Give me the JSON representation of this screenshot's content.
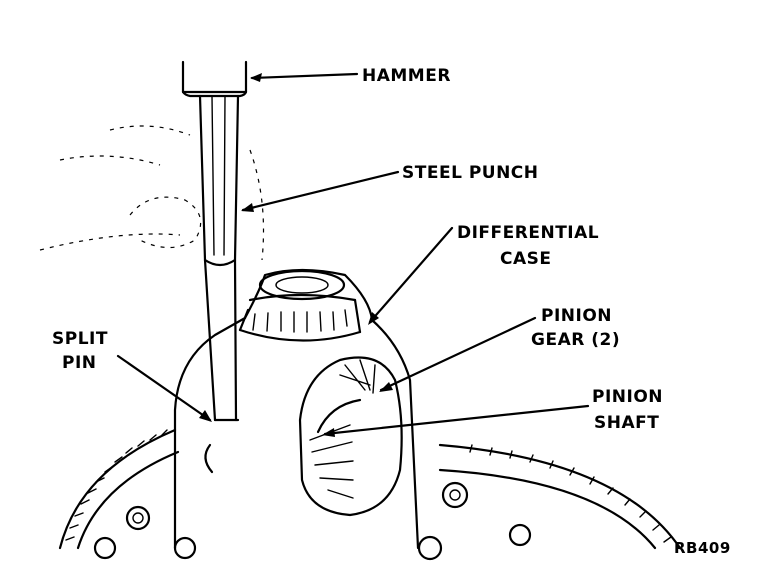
{
  "labels": {
    "hammer": "HAMMER",
    "steel_punch": "STEEL PUNCH",
    "differential_case_1": "DIFFERENTIAL",
    "differential_case_2": "CASE",
    "pinion_gear_1": "PINION",
    "pinion_gear_2": "GEAR (2)",
    "pinion_shaft_1": "PINION",
    "pinion_shaft_2": "SHAFT",
    "split_pin_1": "SPLIT",
    "split_pin_2": "PIN"
  },
  "figure_id": "RB409"
}
